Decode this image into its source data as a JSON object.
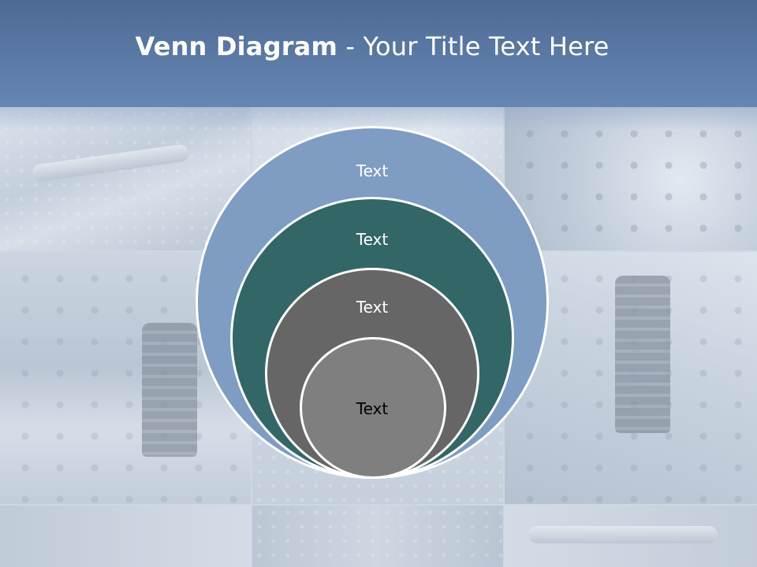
{
  "slide": {
    "title_bold": "Venn Diagram",
    "title_rest": " - Your Title Text Here"
  },
  "diagram": {
    "circles": [
      {
        "label": "Text",
        "color": "#7f9cc2",
        "text_color": "#ffffff"
      },
      {
        "label": "Text",
        "color": "#336666",
        "text_color": "#ffffff"
      },
      {
        "label": "Text",
        "color": "#666666",
        "text_color": "#ffffff"
      },
      {
        "label": "Text",
        "color": "#7f7f7f",
        "text_color": "#000000"
      }
    ]
  },
  "colors": {
    "header": "#5b7aa6",
    "outline": "#ffffff"
  }
}
